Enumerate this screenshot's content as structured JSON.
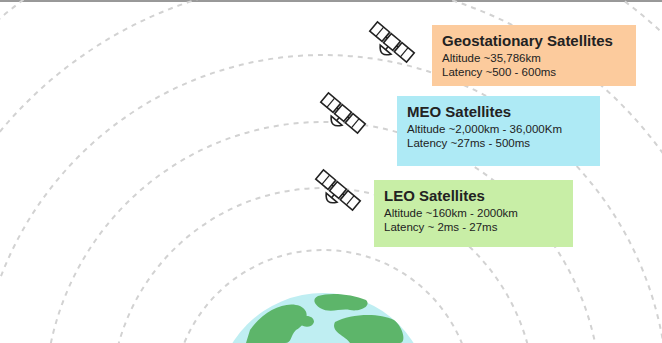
{
  "diagram": {
    "nodes": [
      {
        "text": [
          "Geostationary Satellites",
          "Altitude ~35,786km",
          "Latency ~500 - 600ms"
        ]
      },
      {
        "text": [
          "MEO Satellites",
          "Altitude ~2,000km - 36,000Km",
          "Latency ~27ms - 500ms"
        ]
      },
      {
        "text": [
          "LEO Satellites",
          "Altitude ~160km - 2000km",
          "Latency ~ 2ms - 27ms"
        ]
      }
    ]
  }
}
